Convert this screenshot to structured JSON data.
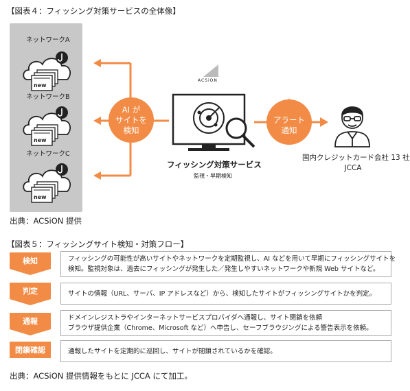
{
  "fig4": {
    "title": "【図表４：フィッシング対策サービスの全体像】",
    "networks": [
      "ネットワークA",
      "ネットワークB",
      "ネットワークC"
    ],
    "badge": "new",
    "ai_circle": [
      "AI が",
      "サイトを",
      "検知"
    ],
    "alert_circle": [
      "アラート",
      "通知"
    ],
    "logo_text": "ACSiON",
    "service_title": "フィッシング対策サービス",
    "service_sub": "監視・早期検知",
    "customer_line1": "国内クレジットカード会社 13 社",
    "customer_line2": "JCCA",
    "source": "出典：ACSiON 提供"
  },
  "fig5": {
    "title": "【図表５：フィッシングサイト検知・対策フロー】",
    "steps": [
      {
        "label": "検知",
        "lines": [
          "フィッシングの可能性が高いサイトやネットワークを定期監視し、AI などを用いて早期にフィッシングサイトを",
          "検知。監視対象は、過去にフィッシングが発生した／発生しやすいネットワークや新規 Web サイトなど。"
        ]
      },
      {
        "label": "判定",
        "lines": [
          "サイトの情報（URL、サーバ、IP アドレスなど）から、検知したサイトがフィッシングサイトかを判定。"
        ]
      },
      {
        "label": "通報",
        "lines": [
          "ドメインレジストラやインターネットサービスプロバイダへ通報し、サイト閉鎖を依頼",
          "ブラウザ提供企業（Chrome、Microsoft など）へ申告し、セーフブラウジングによる警告表示を依頼。"
        ]
      },
      {
        "label": "閉鎖確認",
        "lines": [
          "通報したサイトを定期的に巡回し、サイトが閉鎖されているかを確認。"
        ]
      }
    ],
    "source": "出典：ACSiON 提供情報をもとに JCCA にて加工。"
  },
  "colors": {
    "accent": "#f28b45",
    "panel": "#c8c8c8"
  }
}
